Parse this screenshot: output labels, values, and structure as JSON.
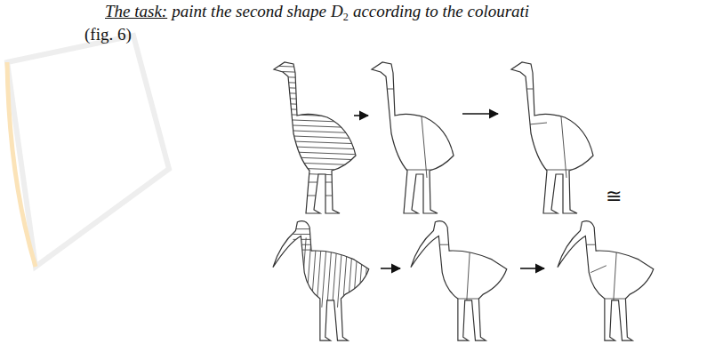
{
  "diagram": {
    "labels": [
      "The task:",
      "paint the second shape",
      "D",
      "2",
      "according to the colourati",
      "(fig. 6)",
      "≅"
    ]
  }
}
